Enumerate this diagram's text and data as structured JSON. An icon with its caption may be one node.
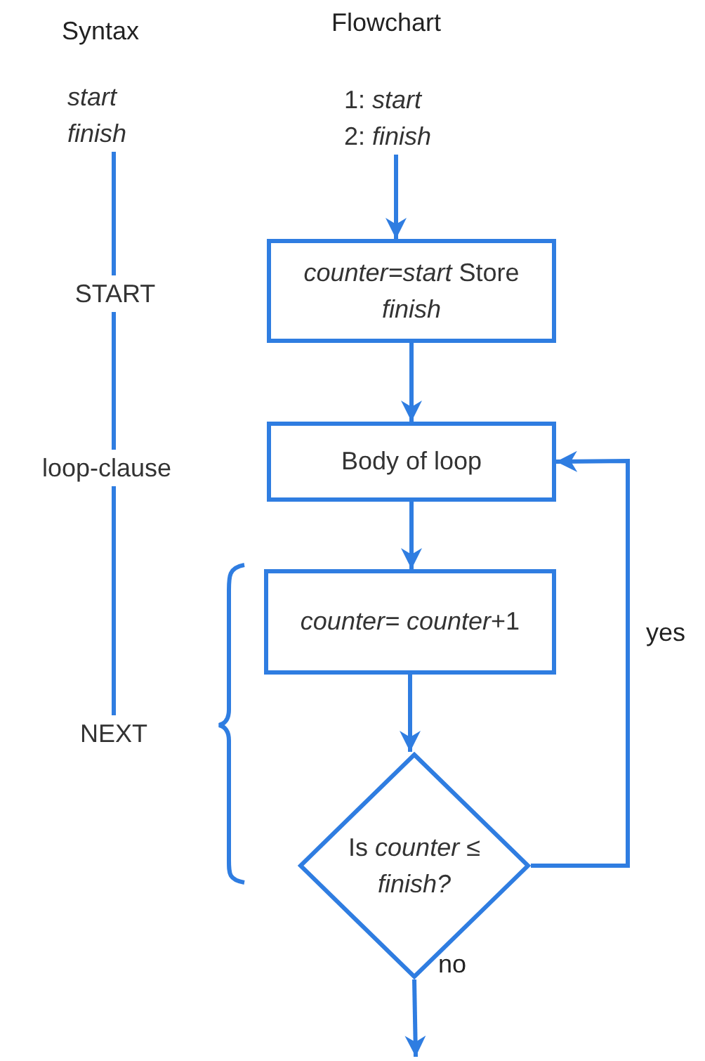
{
  "diagram": {
    "nodes": [
      {
        "text": [
          "1: *start* 2: *finish*"
        ]
      },
      {
        "text": [
          "*counter=start* Store *finish*"
        ]
      },
      {
        "text": [
          "Body of loop"
        ]
      },
      {
        "text": [
          "*counter=* *counter*+1"
        ]
      },
      {
        "text": [
          "Is *counter* ≤ *finish?*"
        ]
      },
      {
        "text": [
          "start finish"
        ]
      },
      {
        "text": [
          "START"
        ]
      },
      {
        "text": [
          "loop-clause"
        ]
      },
      {
        "text": [
          "NEXT"
        ]
      }
    ],
    "edges": [
      {
        "from": 0,
        "to": 1,
        "arrow": "to"
      },
      {
        "from": 1,
        "to": 2,
        "arrow": "to"
      },
      {
        "from": 2,
        "to": 3,
        "arrow": "to"
      },
      {
        "from": 3,
        "to": 4,
        "arrow": "to"
      },
      {
        "from": 4,
        "to": 2,
        "arrow": "to",
        "label": "yes"
      },
      {
        "from": 4,
        "to": null,
        "arrow": "to",
        "label": "no"
      },
      {
        "from": 5,
        "to": 6,
        "arrow": "none"
      },
      {
        "from": 6,
        "to": 7,
        "arrow": "none"
      },
      {
        "from": 7,
        "to": 8,
        "arrow": "none"
      }
    ],
    "labels": [
      "Syntax",
      "Flowchart"
    ]
  }
}
